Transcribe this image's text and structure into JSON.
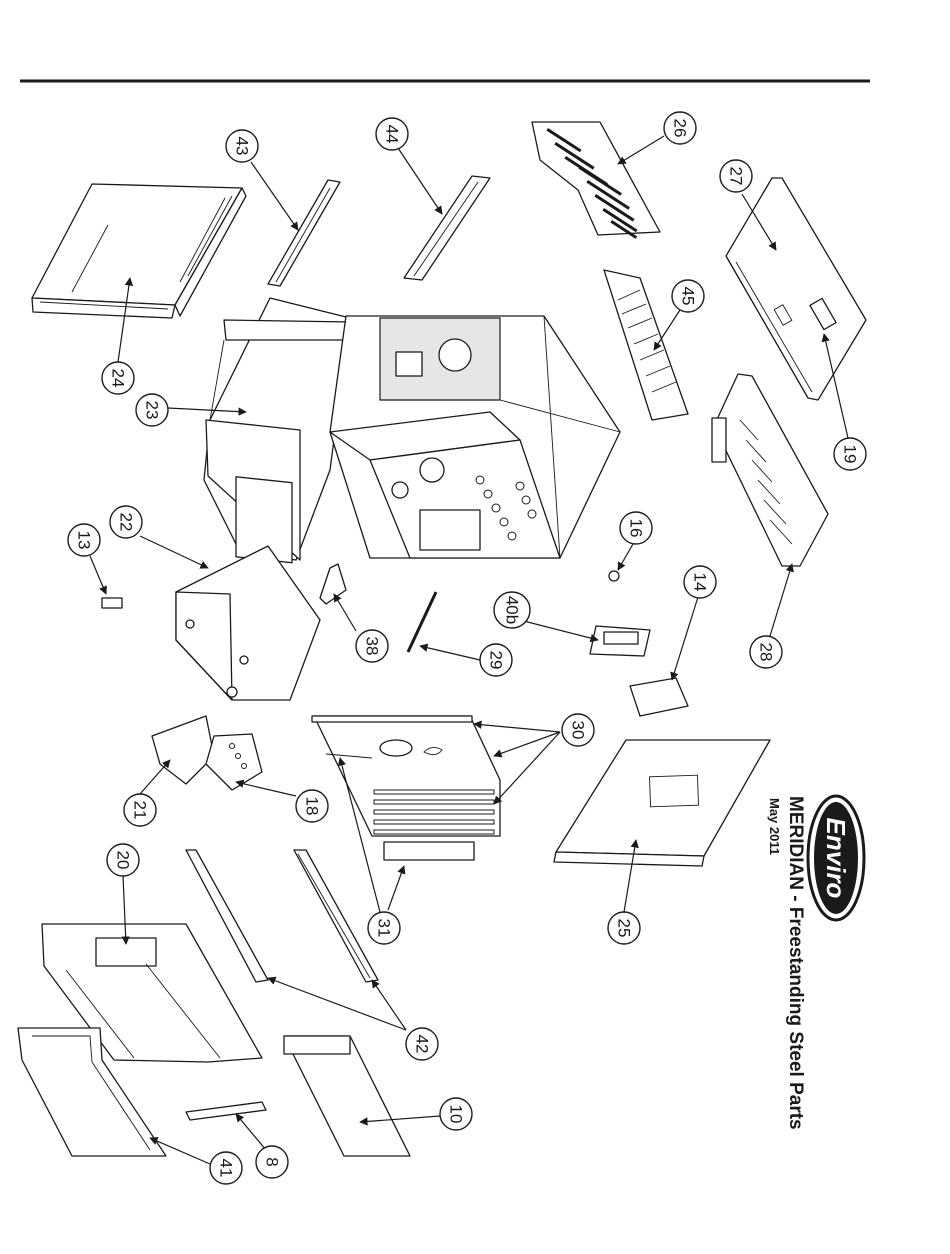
{
  "document": {
    "title": "MERIDIAN - Freestanding Steel Parts",
    "date": "May 2011",
    "brand": "Enviro"
  },
  "callouts": [
    "43",
    "44",
    "26",
    "27",
    "24",
    "23",
    "45",
    "19",
    "22",
    "13",
    "16",
    "14",
    "38",
    "29",
    "40b",
    "28",
    "30",
    "21",
    "18",
    "20",
    "31",
    "25",
    "42",
    "10",
    "41",
    "8"
  ]
}
